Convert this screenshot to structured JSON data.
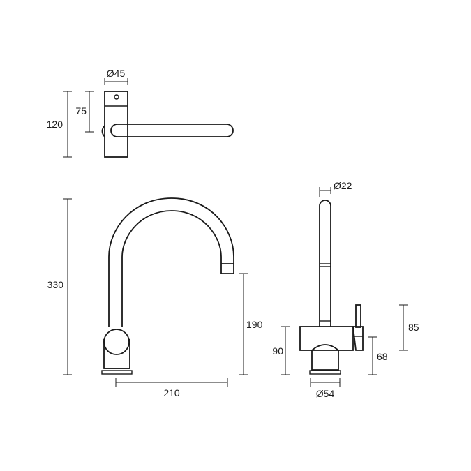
{
  "dimensions": {
    "top_diameter": "Ø45",
    "top_height_outer": "120",
    "top_height_inner": "75",
    "front_height": "330",
    "front_spout_height": "190",
    "front_reach": "210",
    "side_diameter_spout": "Ø22",
    "side_handle_height": "85",
    "side_body_height": "90",
    "side_base_height": "68",
    "side_base_diameter": "Ø54"
  }
}
